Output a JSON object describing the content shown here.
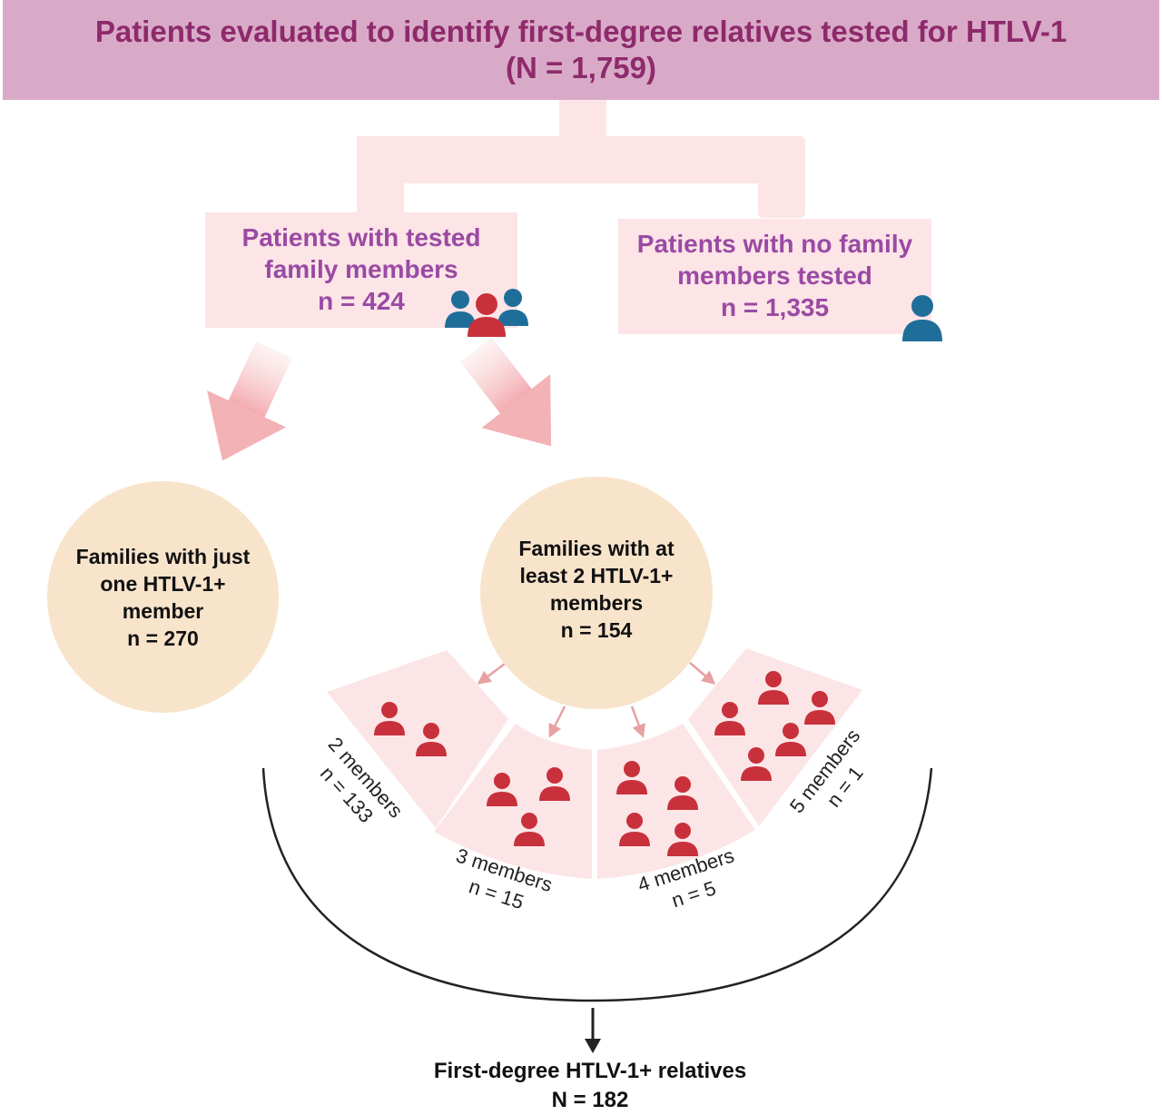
{
  "header": {
    "line1": "Patients evaluated to identify first-degree relatives tested for HTLV-1",
    "line2": "(N = 1,759)"
  },
  "tested": {
    "line1": "Patients with tested",
    "line2": "family members",
    "count": "n = 424"
  },
  "untested": {
    "line1": "Patients with no family",
    "line2": "members tested",
    "count": "n = 1,335"
  },
  "one_member": {
    "line1": "Families with just",
    "line2": "one HTLV-1+",
    "line3": "member",
    "count": "n = 270"
  },
  "multi_member": {
    "line1": "Families with at",
    "line2": "least 2 HTLV-1+",
    "line3": "members",
    "count": "n = 154"
  },
  "segments": [
    {
      "label": "2 members",
      "count": "n = 133"
    },
    {
      "label": "3 members",
      "count": "n = 15"
    },
    {
      "label": "4 members",
      "count": "n = 5"
    },
    {
      "label": "5 members",
      "count": "n = 1"
    }
  ],
  "final": {
    "line1": "First-degree HTLV-1+ relatives",
    "line2": "N = 182"
  },
  "colors": {
    "header_bg": "#d9aac8",
    "header_text": "#8e2a6b",
    "box_bg": "#fce4e7",
    "box_text": "#9a4aa3",
    "circle_bg": "#f8e4cb",
    "person_red": "#c8313b",
    "person_blue": "#1f6e9a"
  }
}
